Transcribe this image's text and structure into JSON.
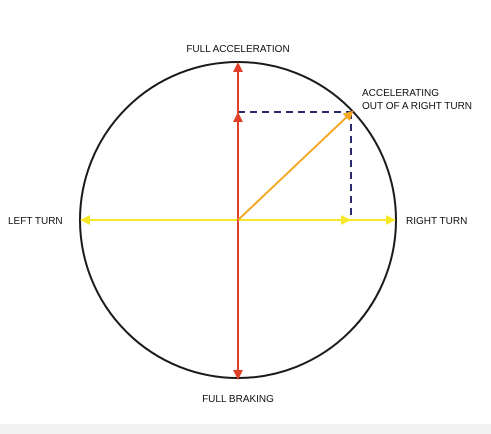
{
  "labels": {
    "top": "FULL ACCELERATION",
    "bottom": "FULL BRAKING",
    "left": "LEFT TURN",
    "right": "RIGHT TURN",
    "combined_line1": "ACCELERATING",
    "combined_line2": "OUT OF A RIGHT TURN"
  },
  "colors": {
    "circle": "#1a1a1a",
    "longitudinal": "#e0402a",
    "lateral": "#f7e82a",
    "resultant": "#f5a623",
    "guide": "#2a2a6e"
  }
}
